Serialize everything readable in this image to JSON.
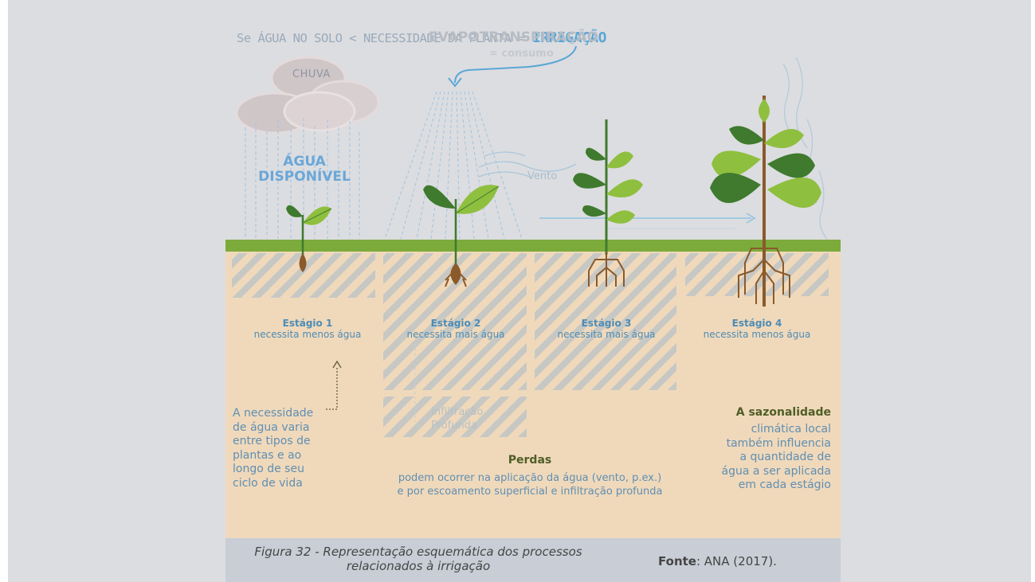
{
  "formula": {
    "condition": "Se ÁGUA NO SOLO < NECESSIDADE DA PLANTA = ",
    "result": "IRRIGAÇÃO"
  },
  "evapotranspiration": {
    "title": "EVAPOTRANSPIRAÇÃO",
    "subtitle": "= consumo"
  },
  "rain": {
    "label": "CHUVA"
  },
  "available_water": {
    "line1": "ÁGUA",
    "line2": "DISPONÍVEL"
  },
  "wind": {
    "label": "Vento"
  },
  "stages": [
    {
      "title": "Estágio 1",
      "need": "necessita menos água"
    },
    {
      "title": "Estágio 2",
      "need": "necessita mais água"
    },
    {
      "title": "Estágio 3",
      "need": "necessita mais água"
    },
    {
      "title": "Estágio 4",
      "need": "necessita menos água"
    }
  ],
  "notes": {
    "left": [
      "A necessidade",
      "de água varia",
      "entre tipos de",
      "plantas e ao",
      "longo de seu",
      "ciclo de vida"
    ],
    "infiltration": [
      "Infiltração",
      "Profunda"
    ],
    "losses_title": "Perdas",
    "losses_text": [
      "podem  ocorrer na aplicação da água (vento, p.ex.)",
      "e por escoamento superficial e infiltração profunda"
    ],
    "seasonality_title": "A sazonalidade",
    "seasonality_text": [
      "climática local",
      "também influencia",
      "a quantidade de",
      "água a ser aplicada",
      "em cada estágio"
    ]
  },
  "caption": {
    "text": "Figura 32 - Representação esquemática dos processos relacionados à irrigação",
    "source_label": "Fonte",
    "source_value": ": ANA (2017)."
  },
  "colors": {
    "background": "#dcdde0",
    "soil": "#f0d9bb",
    "ground": "#7cab3c",
    "leaf_dark": "#3f7a2e",
    "leaf_light": "#8fbf3f",
    "stem": "#8a5a2b",
    "water_text": "#6aa7d8",
    "accent_text": "#4f5e26"
  }
}
